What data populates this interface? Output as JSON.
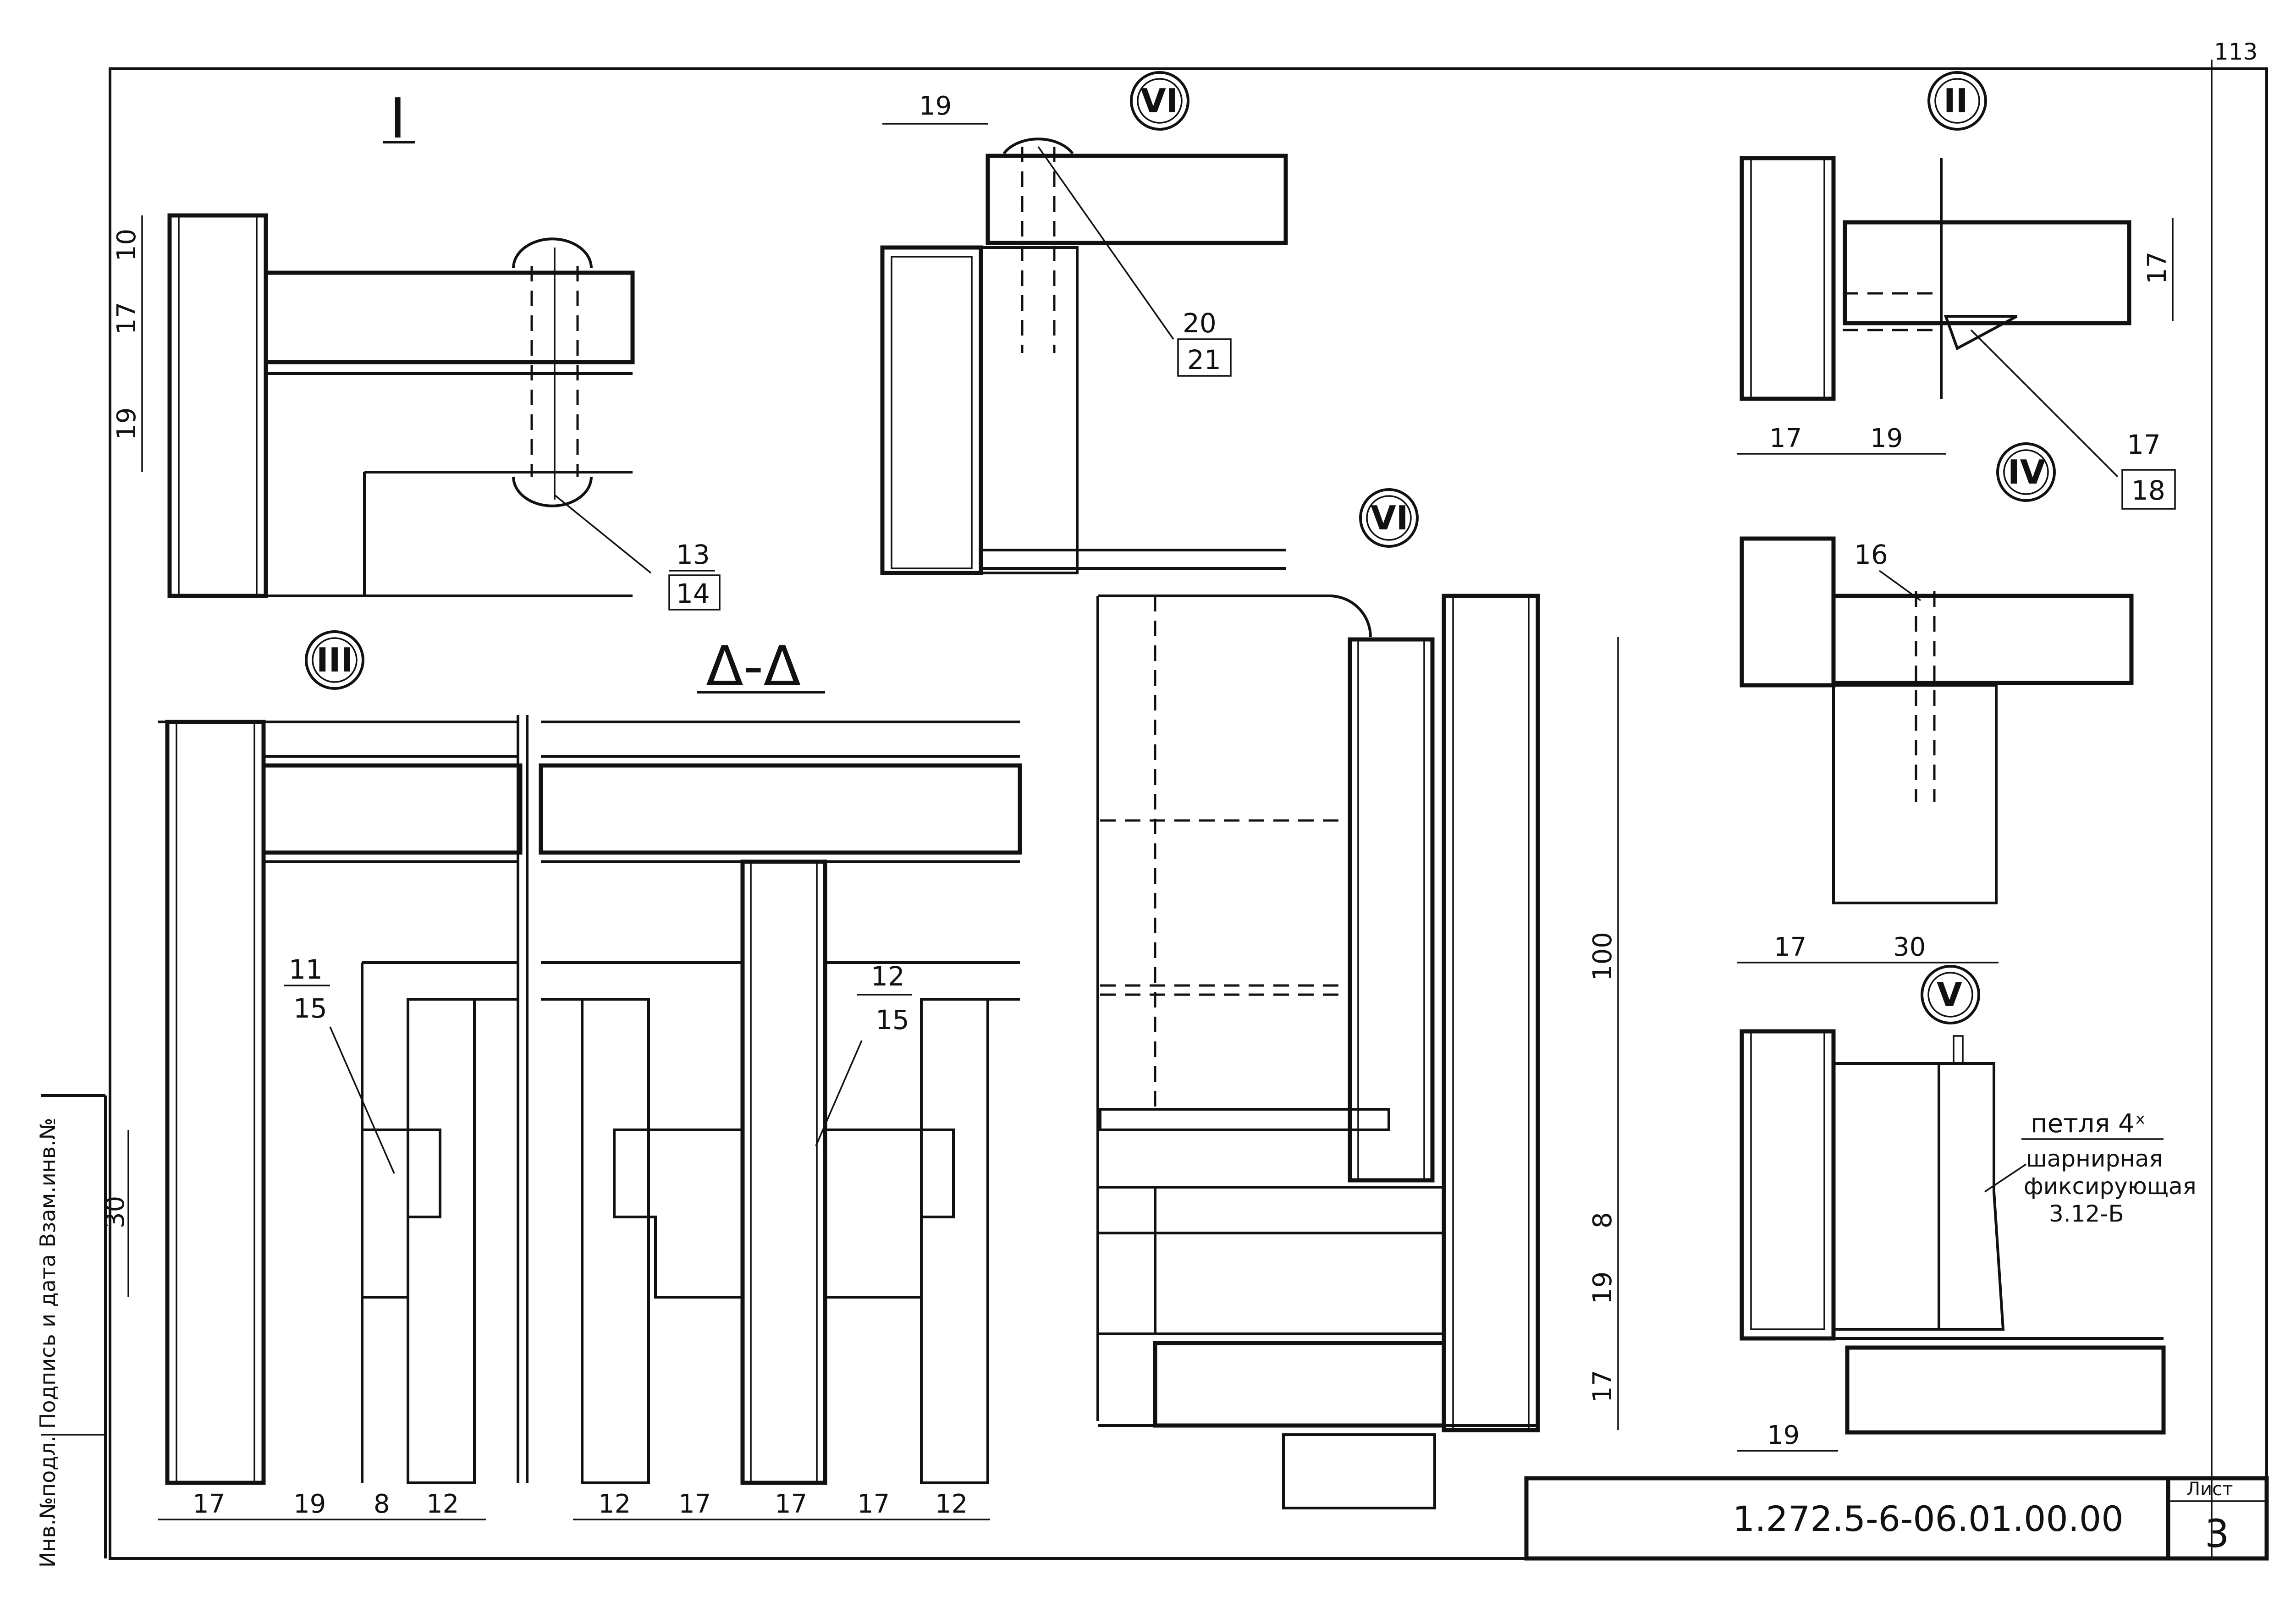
{
  "views": {
    "I": {
      "title": "I",
      "dims": [
        "10",
        "17",
        "19"
      ],
      "callout_top": "13",
      "callout_bottom": "14"
    },
    "VI_top": {
      "title": "VI",
      "dims": [
        "19"
      ],
      "callout_top": "20",
      "callout_bottom": "21"
    },
    "II": {
      "title": "II",
      "dims": [
        "17",
        "17",
        "19"
      ],
      "callout_top": "17",
      "callout_bottom": "18"
    },
    "IV": {
      "title": "IV",
      "dims": [
        "17",
        "30"
      ],
      "callout": "16"
    },
    "V": {
      "title": "V",
      "dims": [
        "19"
      ],
      "note": [
        "петля 4ˣ",
        "шарнирная",
        "фиксирующая",
        "3.12-Б"
      ]
    },
    "III": {
      "title": "III",
      "dims": [
        "30",
        "17",
        "19",
        "8",
        "12"
      ],
      "callout_top": "11",
      "callout_bottom": "15"
    },
    "AA": {
      "title": "Δ-Δ",
      "dims": [
        "12",
        "17",
        "17",
        "17",
        "12"
      ],
      "callout_top": "12",
      "callout_bottom": "15"
    },
    "VI": {
      "title": "VI",
      "dims": [
        "100",
        "8",
        "19",
        "17"
      ]
    }
  },
  "side_stamp": "Инв.№подл. Подпись и дата Взам.инв.№",
  "title_block": {
    "code": "1.272.5-6-06.01.00.00",
    "sheet_label": "Лист",
    "sheet_number": "3"
  },
  "corner_mark": "113"
}
